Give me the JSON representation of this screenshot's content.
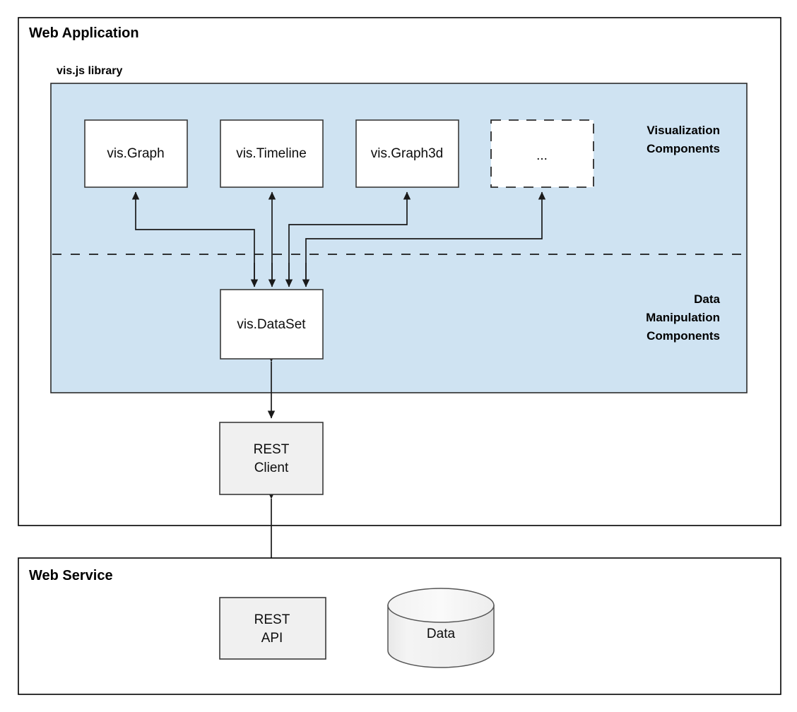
{
  "panels": {
    "web_application": {
      "title": "Web Application"
    },
    "web_service": {
      "title": "Web Service"
    }
  },
  "library": {
    "title": "vis.js library",
    "section_labels": {
      "visualization": {
        "line1": "Visualization",
        "line2": "Components"
      },
      "data_manipulation": {
        "line1": "Data",
        "line2": "Manipulation",
        "line3": "Components"
      }
    }
  },
  "nodes": {
    "vis_graph": {
      "label": "vis.Graph"
    },
    "vis_timeline": {
      "label": "vis.Timeline"
    },
    "vis_graph3d": {
      "label": "vis.Graph3d"
    },
    "more_components": {
      "label": "..."
    },
    "vis_dataset": {
      "label": "vis.DataSet"
    },
    "rest_client": {
      "line1": "REST",
      "line2": "Client"
    },
    "rest_api": {
      "line1": "REST",
      "line2": "API"
    },
    "data_store": {
      "label": "Data"
    }
  },
  "colors": {
    "library_fill": "#cfe3f2",
    "node_fill": "#ffffff",
    "gray_node_fill": "#f0f0f0",
    "cylinder_fill": "#efefef",
    "stroke": "#1a1a1a",
    "background": "#ffffff"
  }
}
